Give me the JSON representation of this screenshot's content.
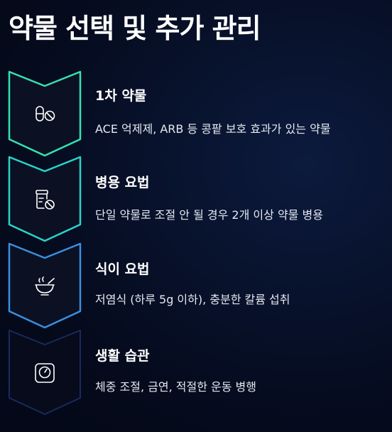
{
  "page": {
    "title": "약물 선택 및 추가 관리"
  },
  "steps": [
    {
      "title": "1차 약물",
      "description": "ACE 억제제, ARB 등 콩팥 보호 효과가 있는 약물",
      "icon": "pill-icon",
      "color": "#35e3b0"
    },
    {
      "title": "병용 요법",
      "description": "단일 약물로 조절 안 될 경우 2개 이상 약물 병용",
      "icon": "medicine-bottle-icon",
      "color": "#2ad4c9"
    },
    {
      "title": "식이 요법",
      "description": "저염식 (하루 5g 이하), 충분한 칼륨 섭취",
      "icon": "bowl-icon",
      "color": "#3a8fe0"
    },
    {
      "title": "생활 습관",
      "description": "체중 조절, 금연, 적절한 운동 병행",
      "icon": "scale-icon",
      "color": "#1a2a5c"
    }
  ]
}
